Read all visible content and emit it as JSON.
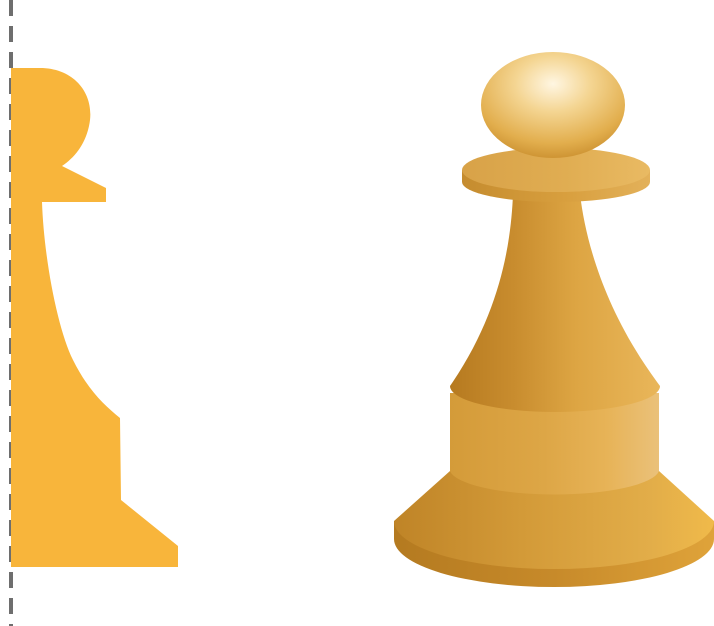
{
  "figure": {
    "description_visible_text": "",
    "colors": {
      "profile_fill": "#F8B53B",
      "axis_line": "#6E6E6E",
      "pawn_light": "#F6D38A",
      "pawn_mid": "#E7B24A",
      "pawn_dark": "#B97F22",
      "pawn_darker": "#9E6816",
      "pawn_highlight": "#FFF6E2"
    },
    "elements": {
      "revolution_axis": "dashed-axis",
      "profile_shape": "pawn-profile",
      "pawn_model": "3d-pawn"
    }
  }
}
